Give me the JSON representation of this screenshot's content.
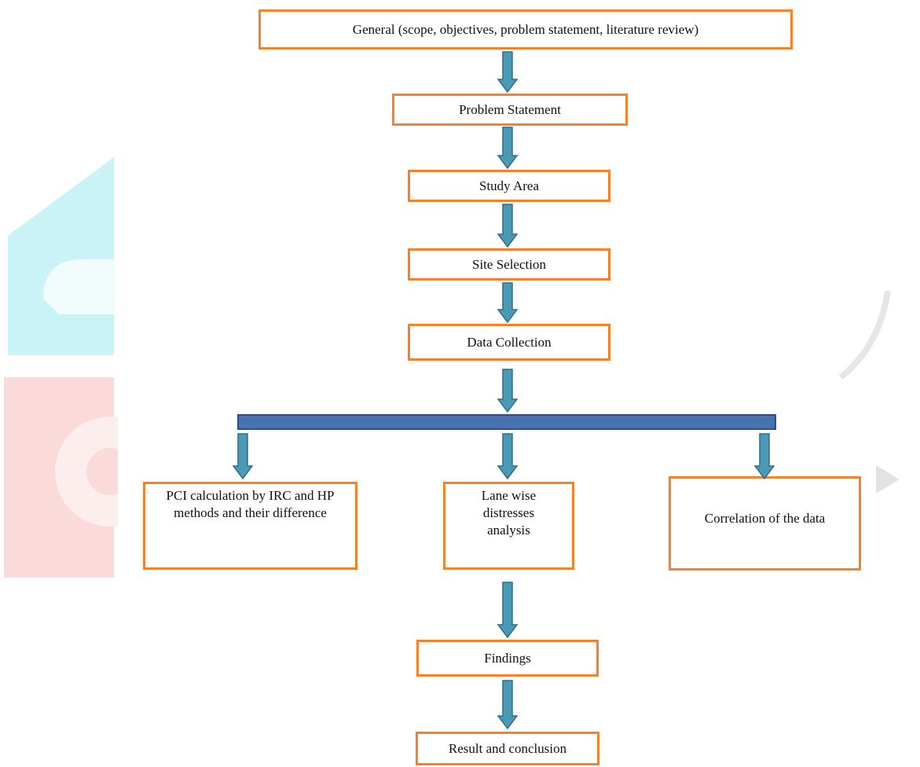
{
  "colors": {
    "box_border": "#f5822a",
    "arrow_fill": "#4a9ab5",
    "arrow_stroke": "#2f6f85",
    "bar_fill": "#4a72b0",
    "watermark_cyan": "#c9f3f7",
    "watermark_pink": "#fbdada"
  },
  "nodes": {
    "general": "General (scope, objectives, problem statement, literature review)",
    "problem_statement": "Problem Statement",
    "study_area": "Study Area",
    "site_selection": "Site Selection",
    "data_collection": "Data Collection",
    "pci_calculation": "PCI calculation by IRC and HP methods and their difference",
    "lane_wise": "Lane wise distresses analysis",
    "correlation": "Correlation of the data",
    "findings": "Findings",
    "result": "Result and conclusion"
  },
  "edges": [
    {
      "from": "general",
      "to": "problem_statement"
    },
    {
      "from": "problem_statement",
      "to": "study_area"
    },
    {
      "from": "study_area",
      "to": "site_selection"
    },
    {
      "from": "site_selection",
      "to": "data_collection"
    },
    {
      "from": "data_collection",
      "to": "branch_bar"
    },
    {
      "from": "branch_bar",
      "to": "pci_calculation"
    },
    {
      "from": "branch_bar",
      "to": "lane_wise"
    },
    {
      "from": "branch_bar",
      "to": "correlation"
    },
    {
      "from": "lane_wise",
      "to": "findings"
    },
    {
      "from": "findings",
      "to": "result"
    }
  ]
}
